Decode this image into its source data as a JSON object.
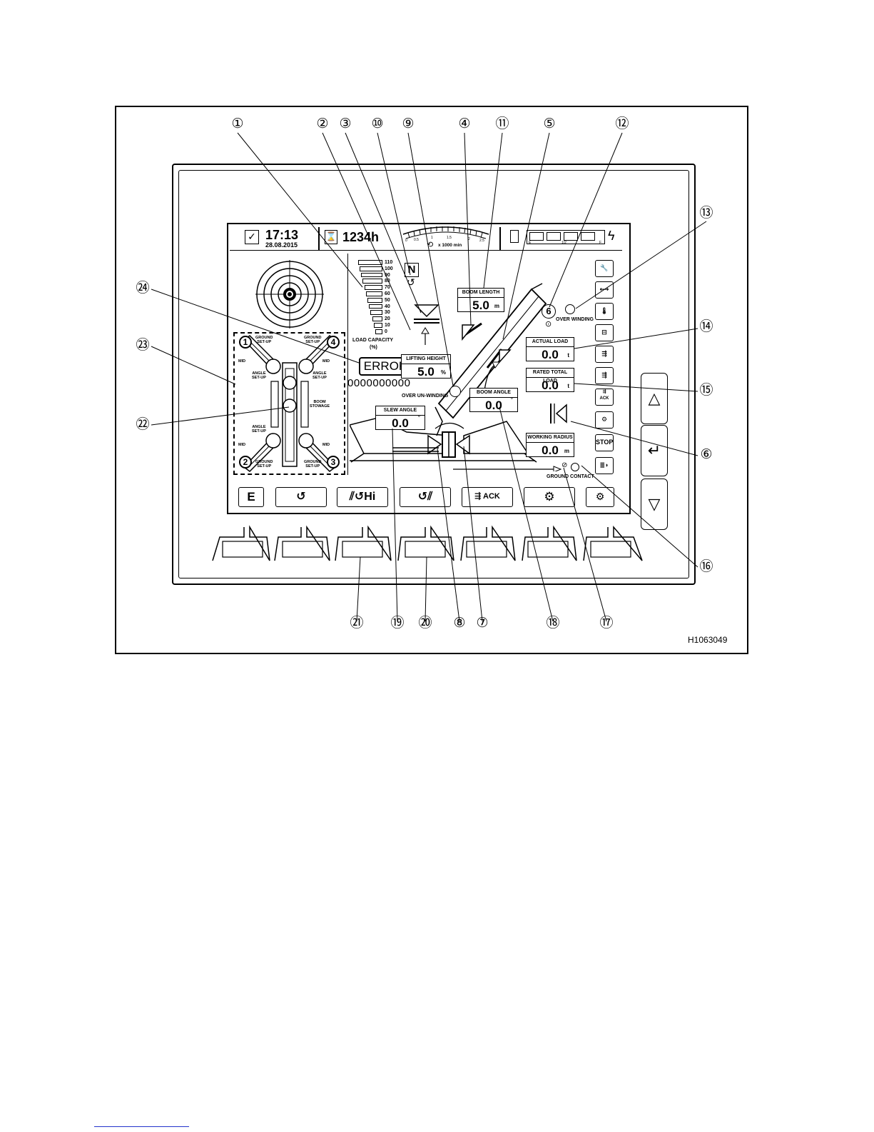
{
  "figure_id": "H1063049",
  "callouts": {
    "c1": "①",
    "c2": "②",
    "c3": "③",
    "c4": "④",
    "c5": "⑤",
    "c6": "⑥",
    "c7": "⑦",
    "c8": "⑧",
    "c9": "⑨",
    "c10": "⑩",
    "c11": "⑪",
    "c12": "⑫",
    "c13": "⑬",
    "c14": "⑭",
    "c15": "⑮",
    "c16": "⑯",
    "c17": "⑰",
    "c18": "⑱",
    "c19": "⑲",
    "c20": "⑳",
    "c21": "㉑",
    "c22": "㉒",
    "c23": "㉓",
    "c24": "㉔"
  },
  "status_bar": {
    "time": "17:13",
    "date": "28.08.2015",
    "hours": "1234h",
    "rpm_unit": "x 1000 min",
    "rpm_ticks": [
      "0",
      "0.5",
      "1",
      "1.5",
      "2",
      "2.5"
    ],
    "fuel_empty": "E",
    "fuel_half": "1/2",
    "fuel_full": "F"
  },
  "load_capacity": {
    "label": "LOAD CAPACITY",
    "unit": "(%)",
    "ticks": [
      "110",
      "100",
      "90",
      "80",
      "70",
      "60",
      "50",
      "40",
      "30",
      "20",
      "10",
      "0"
    ]
  },
  "gear": "N",
  "error_text": "ERROR",
  "counter_text": "0000000000",
  "boom_length": {
    "label": "BOOM LENGTH",
    "value": "5.0",
    "unit": "m"
  },
  "lifting_height": {
    "label": "LIFTING HEIGHT",
    "value": "5.0",
    "unit": "%"
  },
  "boom_angle": {
    "label": "BOOM ANGLE",
    "value": "0.0",
    "unit": "°"
  },
  "slew_angle": {
    "label": "SLEW ANGLE",
    "value": "0.0",
    "unit": "°"
  },
  "actual_load": {
    "label": "ACTUAL LOAD",
    "value": "0.0",
    "unit": "t"
  },
  "rated_total_load": {
    "label": "RATED TOTAL LOAD",
    "value": "0.0",
    "unit": "t"
  },
  "working_radius": {
    "label": "WORKING RADIUS",
    "value": "0.0",
    "unit": "m"
  },
  "hook_number": "6",
  "over_winding": "OVER WINDING",
  "over_unwinding": "OVER UN-WINDING",
  "ground_contact": "GROUND CONTACT",
  "outriggers": {
    "n1": "1",
    "n2": "2",
    "n3": "3",
    "n4": "4",
    "ground_setup": "GROUND\nSET-UP",
    "angle_setup": "ANGLE\nSET-UP",
    "mid": "MID",
    "boom_stowage": "BOOM\nSTOWAGE"
  },
  "side_buttons": {
    "stop": "STOP",
    "ack": "ACK"
  },
  "soft_buttons": {
    "b1": "E",
    "b3": "Hi",
    "b5": "ACK"
  }
}
